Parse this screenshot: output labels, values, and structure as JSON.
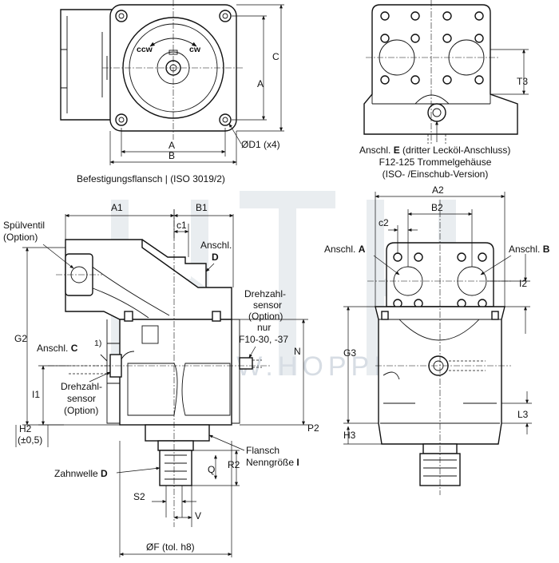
{
  "diagram": {
    "views": {
      "front_top": {
        "rotation_ccw": "ccw",
        "rotation_cw": "cw",
        "dim_a_bottom": "A",
        "dim_b_bottom": "B",
        "dim_a_right": "A",
        "dim_c_right": "C",
        "bolt_holes": "ØD1 (x4)",
        "caption": "Befestigungsflansch | (ISO 3019/2)"
      },
      "rear_top": {
        "dim_t3": "T3",
        "port_e_prefix": "Anschl. ",
        "port_e_letter": "E",
        "port_e_suffix": " (dritter Lecköl-Anschluss)",
        "housing_line": "F12-125 Trommelgehäuse",
        "version_line": "(ISO- /Einschub-Version)"
      },
      "side": {
        "dim_a1": "A1",
        "dim_b1": "B1",
        "dim_c1": "c1",
        "flush_valve_l1": "Spülventil",
        "flush_valve_l2": "(Option)",
        "port_d_prefix": "Anschl.",
        "port_d_letter": "D",
        "speed_sensor_l1": "Drehzahl-",
        "speed_sensor_l2": "sensor",
        "speed_sensor_l3": "(Option)",
        "speed_sensor_l4": "nur",
        "speed_sensor_l5": "F10-30, -37",
        "dim_g2": "G2",
        "port_c_prefix": "Anschl. ",
        "port_c_letter": "C",
        "marker_1": "1)",
        "dim_i1": "I1",
        "sensor_left_l1": "Drehzahl-",
        "sensor_left_l2": "sensor",
        "sensor_left_l3": "(Option)",
        "dim_n": "N",
        "dim_h2": "H2",
        "dim_h2_tol": "(±0,5)",
        "dim_p2": "P2",
        "flange_l1": "Flansch",
        "flange_l2_prefix": "Nenngröße ",
        "flange_l2_letter": "I",
        "dim_q": "Q",
        "dim_r2": "R2",
        "shaft_prefix": "Zahnwelle ",
        "shaft_letter": "D",
        "dim_s2": "S2",
        "dim_v": "V",
        "dim_f": "ØF (tol. h8)"
      },
      "rear": {
        "dim_a2": "A2",
        "dim_b2": "B2",
        "dim_c2": "c2",
        "port_a_prefix": "Anschl. ",
        "port_a_letter": "A",
        "port_b_prefix": "Anschl. ",
        "port_b_letter": "B",
        "dim_i2": "I2",
        "dim_g3": "G3",
        "dim_l3": "L3",
        "dim_h3": "H3"
      }
    },
    "watermark": "WWW.HOPPE.PAR",
    "colors": {
      "line": "#111111",
      "watermark": "#cfd6de"
    }
  }
}
